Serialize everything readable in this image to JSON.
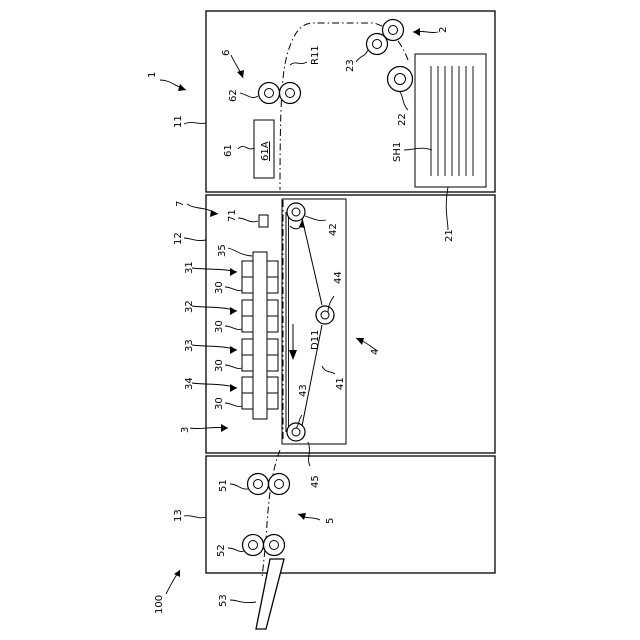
{
  "labels": {
    "n1": "1",
    "n2": "2",
    "n3": "3",
    "n4": "4",
    "n5": "5",
    "n6": "6",
    "n7": "7",
    "n11": "11",
    "n12": "12",
    "n13": "13",
    "n21": "21",
    "n22": "22",
    "n23": "23",
    "n30a": "30",
    "n30b": "30",
    "n30c": "30",
    "n30d": "30",
    "n31": "31",
    "n32": "32",
    "n33": "33",
    "n34": "34",
    "n35": "35",
    "n41": "41",
    "n42": "42",
    "n43": "43",
    "n44": "44",
    "n45": "45",
    "n51": "51",
    "n52": "52",
    "n53": "53",
    "n61": "61",
    "n61a": "61A",
    "n62": "62",
    "n71": "71",
    "n100": "100",
    "r11": "R11",
    "d11": "D11",
    "sh1": "SH1"
  }
}
